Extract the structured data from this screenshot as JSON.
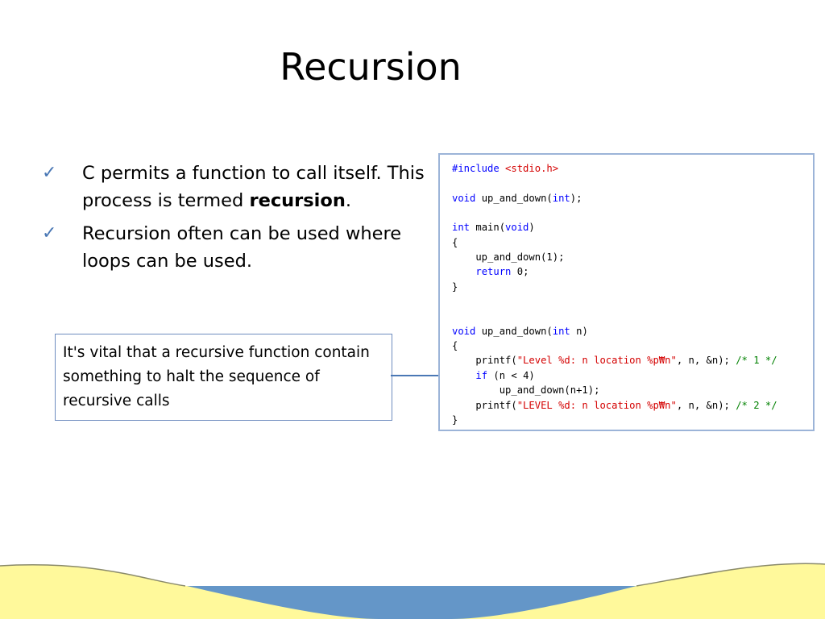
{
  "slide": {
    "title": "Recursion",
    "bullets": [
      {
        "before": "C permits a function to call itself. This process is termed ",
        "bold": "recursion",
        "after": "."
      },
      {
        "text": "Recursion often can be used where loops can be used."
      }
    ],
    "callout": "It's vital that a recursive function contain something to halt the sequence of recursive calls",
    "code": {
      "l1_directive": "#include",
      "l1_header": "<stdio.h>",
      "l3_void": "void",
      "l3_rest1": " up_and_down(",
      "l3_int": "int",
      "l3_rest2": ");",
      "l5_int": "int",
      "l5_rest1": " main(",
      "l5_void": "void",
      "l5_rest2": ")",
      "l6_brace": "{",
      "l7_call": "    up_and_down(1);",
      "l8_indent": "    ",
      "l8_return": "return",
      "l8_rest": " 0;",
      "l9_brace": "}",
      "l12_void": "void",
      "l12_rest1": " up_and_down(",
      "l12_int": "int",
      "l12_rest2": " n)",
      "l13_brace": "{",
      "l14_pre": "    printf(",
      "l14_str": "\"Level %d: n location %p₩n\"",
      "l14_mid": ", n, &n); ",
      "l14_cm": "/* 1 */",
      "l15_indent": "    ",
      "l15_if": "if",
      "l15_rest": " (n < 4)",
      "l16_call": "        up_and_down(n+1);",
      "l17_pre": "    printf(",
      "l17_str": "\"LEVEL %d: n location %p₩n\"",
      "l17_mid": ", n, &n); ",
      "l17_cm": "/* 2 */",
      "l18_brace": "}"
    },
    "colors": {
      "accent_blue": "#4a78b5",
      "wave_yellow": "#fff99b",
      "wave_blue": "#6496c8",
      "code_keyword": "#0000ff",
      "code_string": "#d40000",
      "code_comment": "#008000"
    },
    "icons": {
      "bullet": "check-mark-icon"
    }
  }
}
